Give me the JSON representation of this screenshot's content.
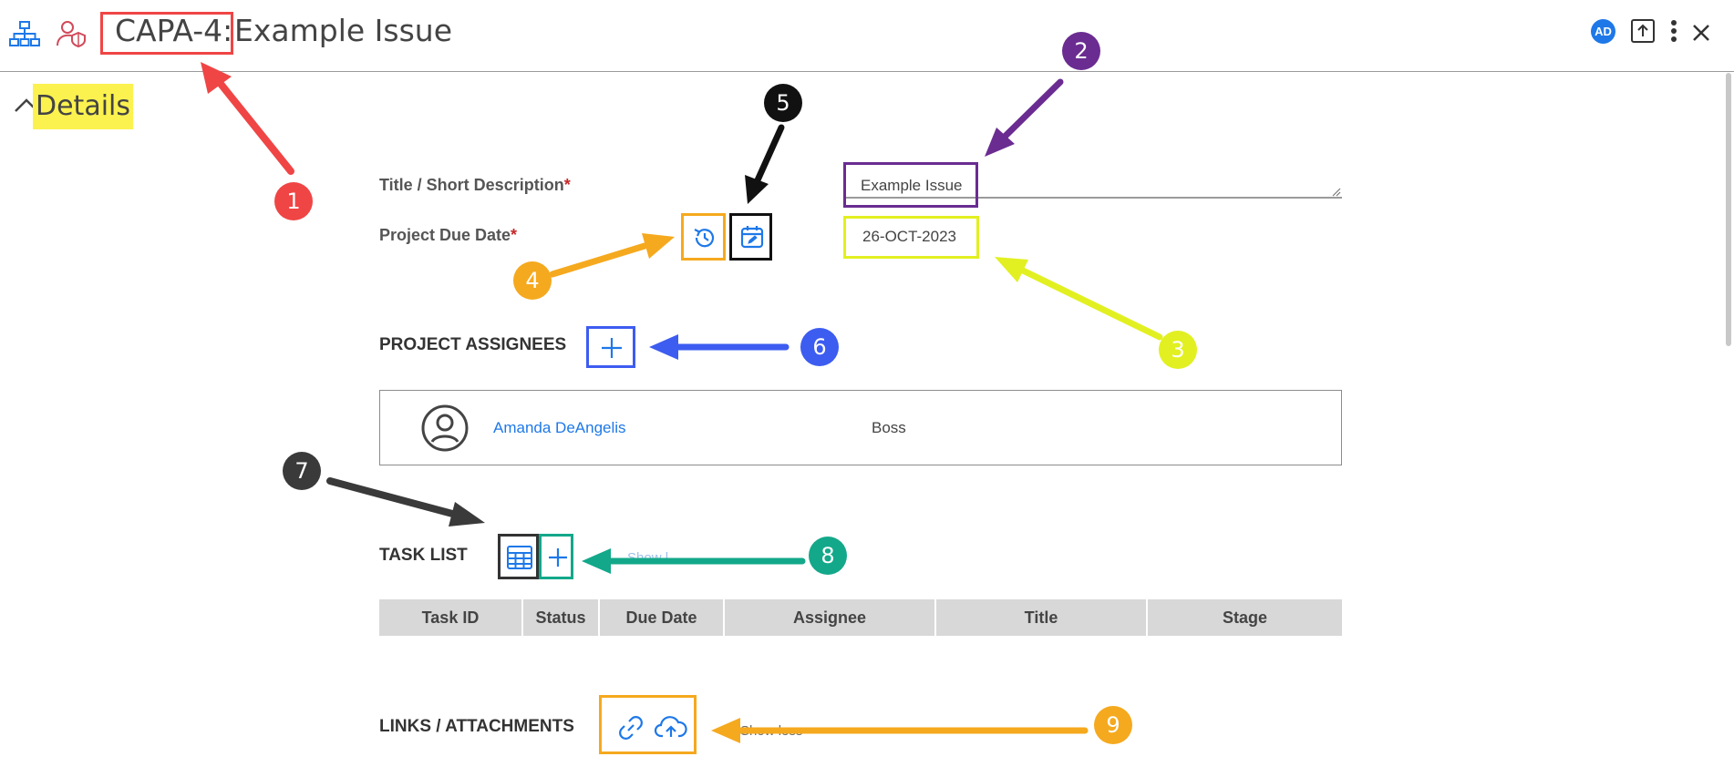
{
  "header": {
    "record_id": "CAPA-4:",
    "record_title": "Example Issue",
    "user_initials": "AD",
    "icons": [
      "hierarchy-icon",
      "user-shield-icon",
      "upload-icon",
      "more-vertical-icon",
      "close-icon"
    ]
  },
  "details": {
    "section_label": "Details",
    "fields": [
      {
        "label": "Title / Short Description",
        "required_mark": "*",
        "value": "Example Issue"
      },
      {
        "label": "Project Due Date",
        "required_mark": "*",
        "value": "26-OCT-2023"
      }
    ]
  },
  "assignees": {
    "heading": "PROJECT ASSIGNEES",
    "items": [
      {
        "name": "Amanda DeAngelis",
        "role": "Boss"
      }
    ]
  },
  "tasks": {
    "heading": "TASK LIST",
    "faint_text": "Show l",
    "columns": [
      "Task ID",
      "Status",
      "Due Date",
      "Assignee",
      "Title",
      "Stage"
    ]
  },
  "links": {
    "heading": "LINKS / ATTACHMENTS",
    "faint_text": "Show less"
  },
  "callouts": [
    "1",
    "2",
    "3",
    "4",
    "5",
    "6",
    "7",
    "8",
    "9"
  ],
  "colors": {
    "accent_blue": "#1e78e8",
    "highlight_yellow": "#fbf24f",
    "required_red": "#c62828",
    "callout_red": "#f04545",
    "callout_purple": "#6a2c91",
    "callout_lime": "#e2f021",
    "callout_orange": "#f5a91e",
    "callout_black": "#111111",
    "callout_blue": "#3d5cf0",
    "callout_gray": "#3a3a3a",
    "callout_green": "#13a88a"
  }
}
